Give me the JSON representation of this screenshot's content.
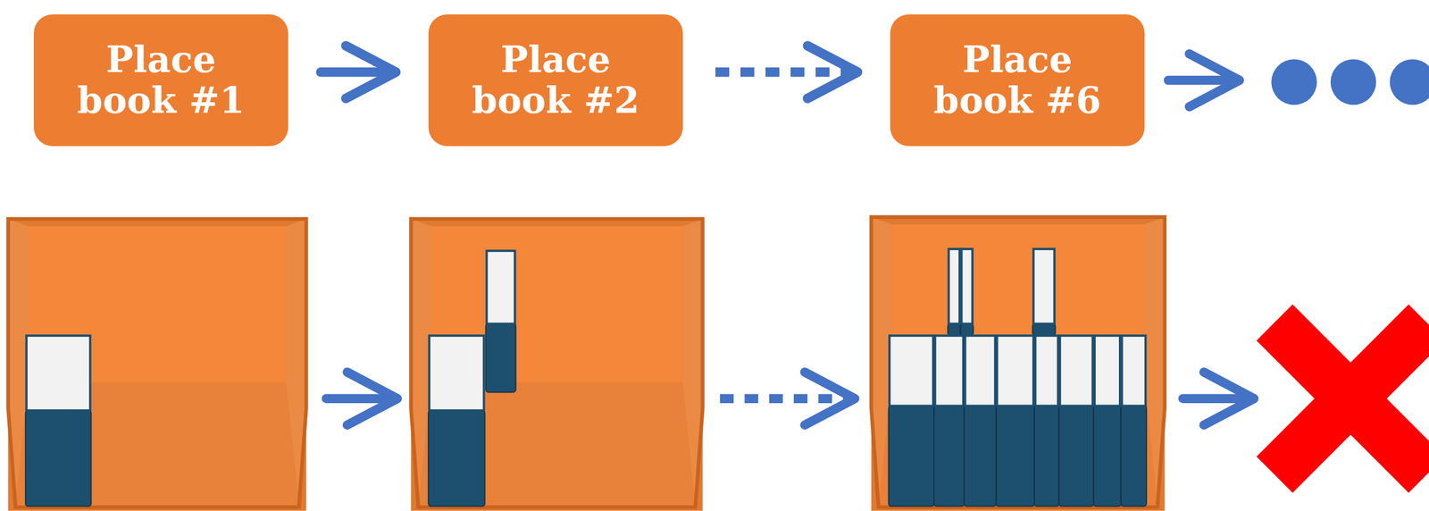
{
  "diagram": {
    "nodes": [
      {
        "text": [
          "Place book #1"
        ]
      },
      {
        "text": [
          "Place book #2"
        ]
      },
      {
        "text": [
          "Place book #6"
        ]
      }
    ],
    "edges": [
      {
        "from": 0,
        "to": 1,
        "arrow": "to"
      },
      {
        "from": 1,
        "to": 2,
        "arrow": "to"
      }
    ]
  }
}
